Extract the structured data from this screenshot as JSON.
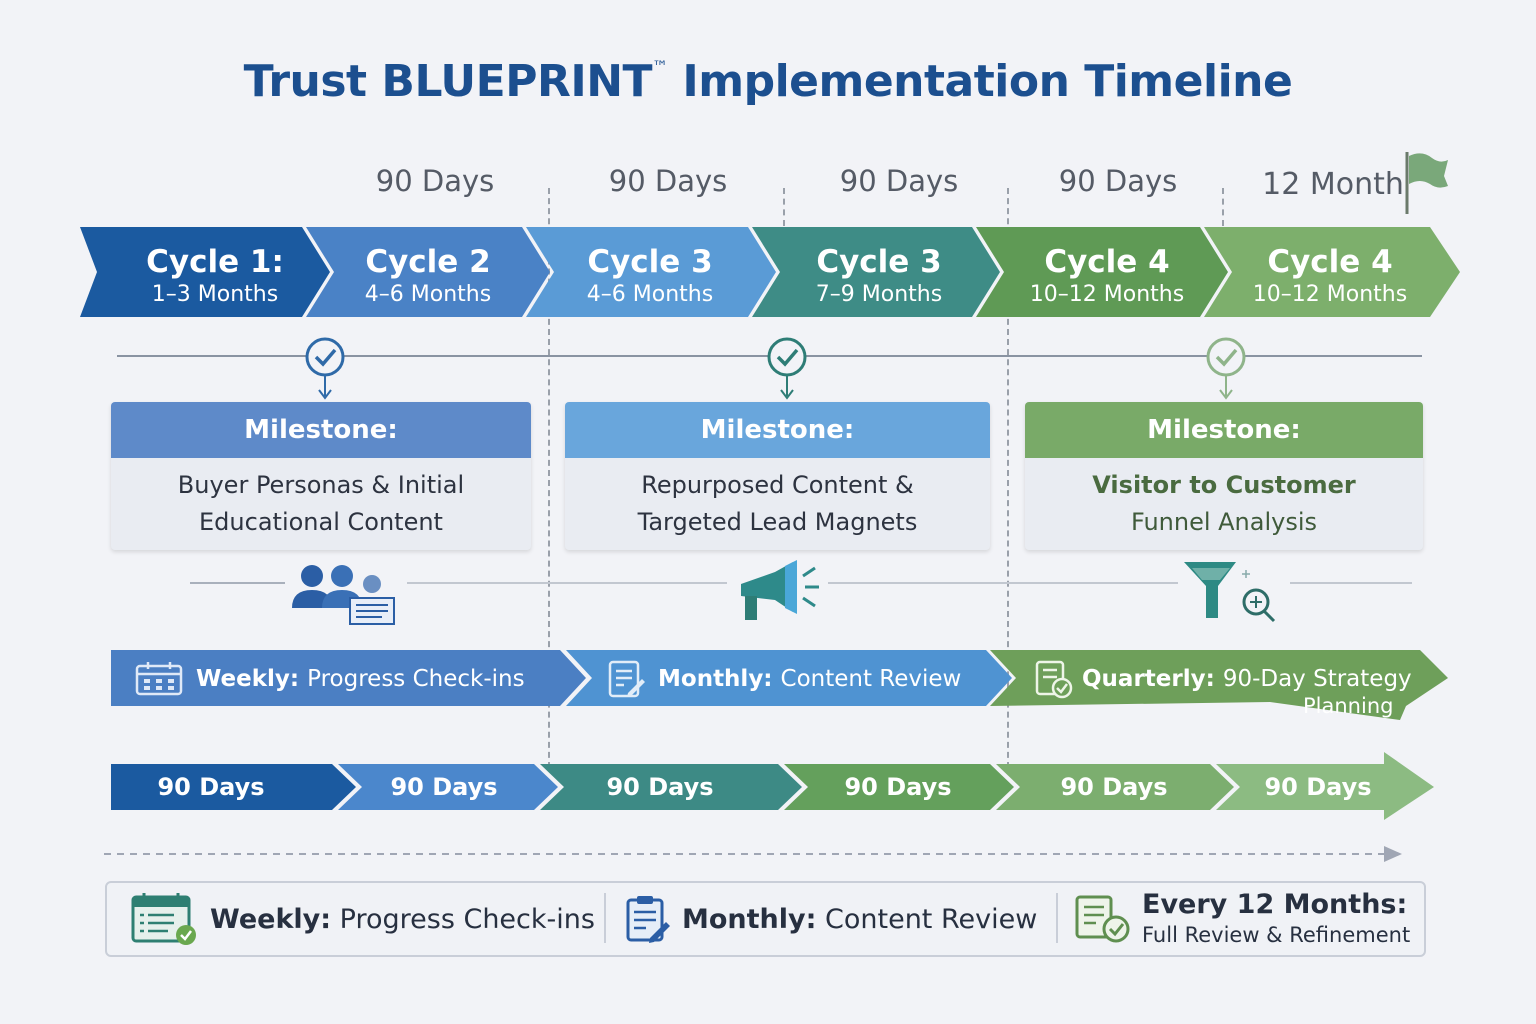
{
  "title": {
    "main": "Trust BLUEPRINT",
    "tm": "™",
    "rest": " Implementation Timeline"
  },
  "periods": [
    "90 Days",
    "90 Days",
    "90 Days",
    "90 Days",
    "12 Month"
  ],
  "cycles": [
    {
      "title": "Cycle 1:",
      "sub": "1–3 Months",
      "color": "#1b5aa0"
    },
    {
      "title": "Cycle 2",
      "sub": "4–6 Months",
      "color": "#4a82c6"
    },
    {
      "title": "Cycle 3",
      "sub": "4–6 Months",
      "color": "#5a9bd6"
    },
    {
      "title": "Cycle 3",
      "sub": "7–9 Months",
      "color": "#3e8c86"
    },
    {
      "title": "Cycle 4",
      "sub": "10–12 Months",
      "color": "#5f9a55"
    },
    {
      "title": "Cycle 4",
      "sub": "10–12 Months",
      "color": "#7daf6c"
    }
  ],
  "milestones": [
    {
      "heading": "Milestone:",
      "line1": "Buyer Personas & Initial",
      "line2": "Educational Content",
      "icon": "users-document-icon",
      "color": "#5e8ac9"
    },
    {
      "heading": "Milestone:",
      "line1": "Repurposed Content &",
      "line2": "Targeted Lead Magnets",
      "icon": "megaphone-icon",
      "color": "#69a6dc"
    },
    {
      "heading": "Milestone:",
      "line1": "Visitor to Customer",
      "line2": "Funnel Analysis",
      "icon": "funnel-search-icon",
      "color": "#79aa68"
    }
  ],
  "cadence": [
    {
      "label": "Weekly:",
      "text": "Progress Check-ins",
      "icon": "calendar-icon"
    },
    {
      "label": "Monthly:",
      "text": "Content Review",
      "icon": "checklist-edit-icon"
    },
    {
      "label": "Quarterly:",
      "text": "90-Day Strategy",
      "text2": "Planning",
      "icon": "document-check-icon"
    }
  ],
  "segments": [
    "90 Days",
    "90 Days",
    "90 Days",
    "90 Days",
    "90 Days",
    "90 Days"
  ],
  "summary": [
    {
      "label": "Weekly:",
      "text": "Progress Check-ins",
      "icon": "calendar-check-icon"
    },
    {
      "label": "Monthly:",
      "text": "Content Review",
      "icon": "clipboard-edit-icon"
    },
    {
      "label": "Every 12 Months:",
      "text": "Full Review & Refinement",
      "icon": "document-check-icon"
    }
  ],
  "colors": {
    "navy": "#1b5aa0",
    "blue": "#4a82c6",
    "teal": "#3e8c86",
    "green": "#6fa45f",
    "flag": "#7aa87a"
  }
}
